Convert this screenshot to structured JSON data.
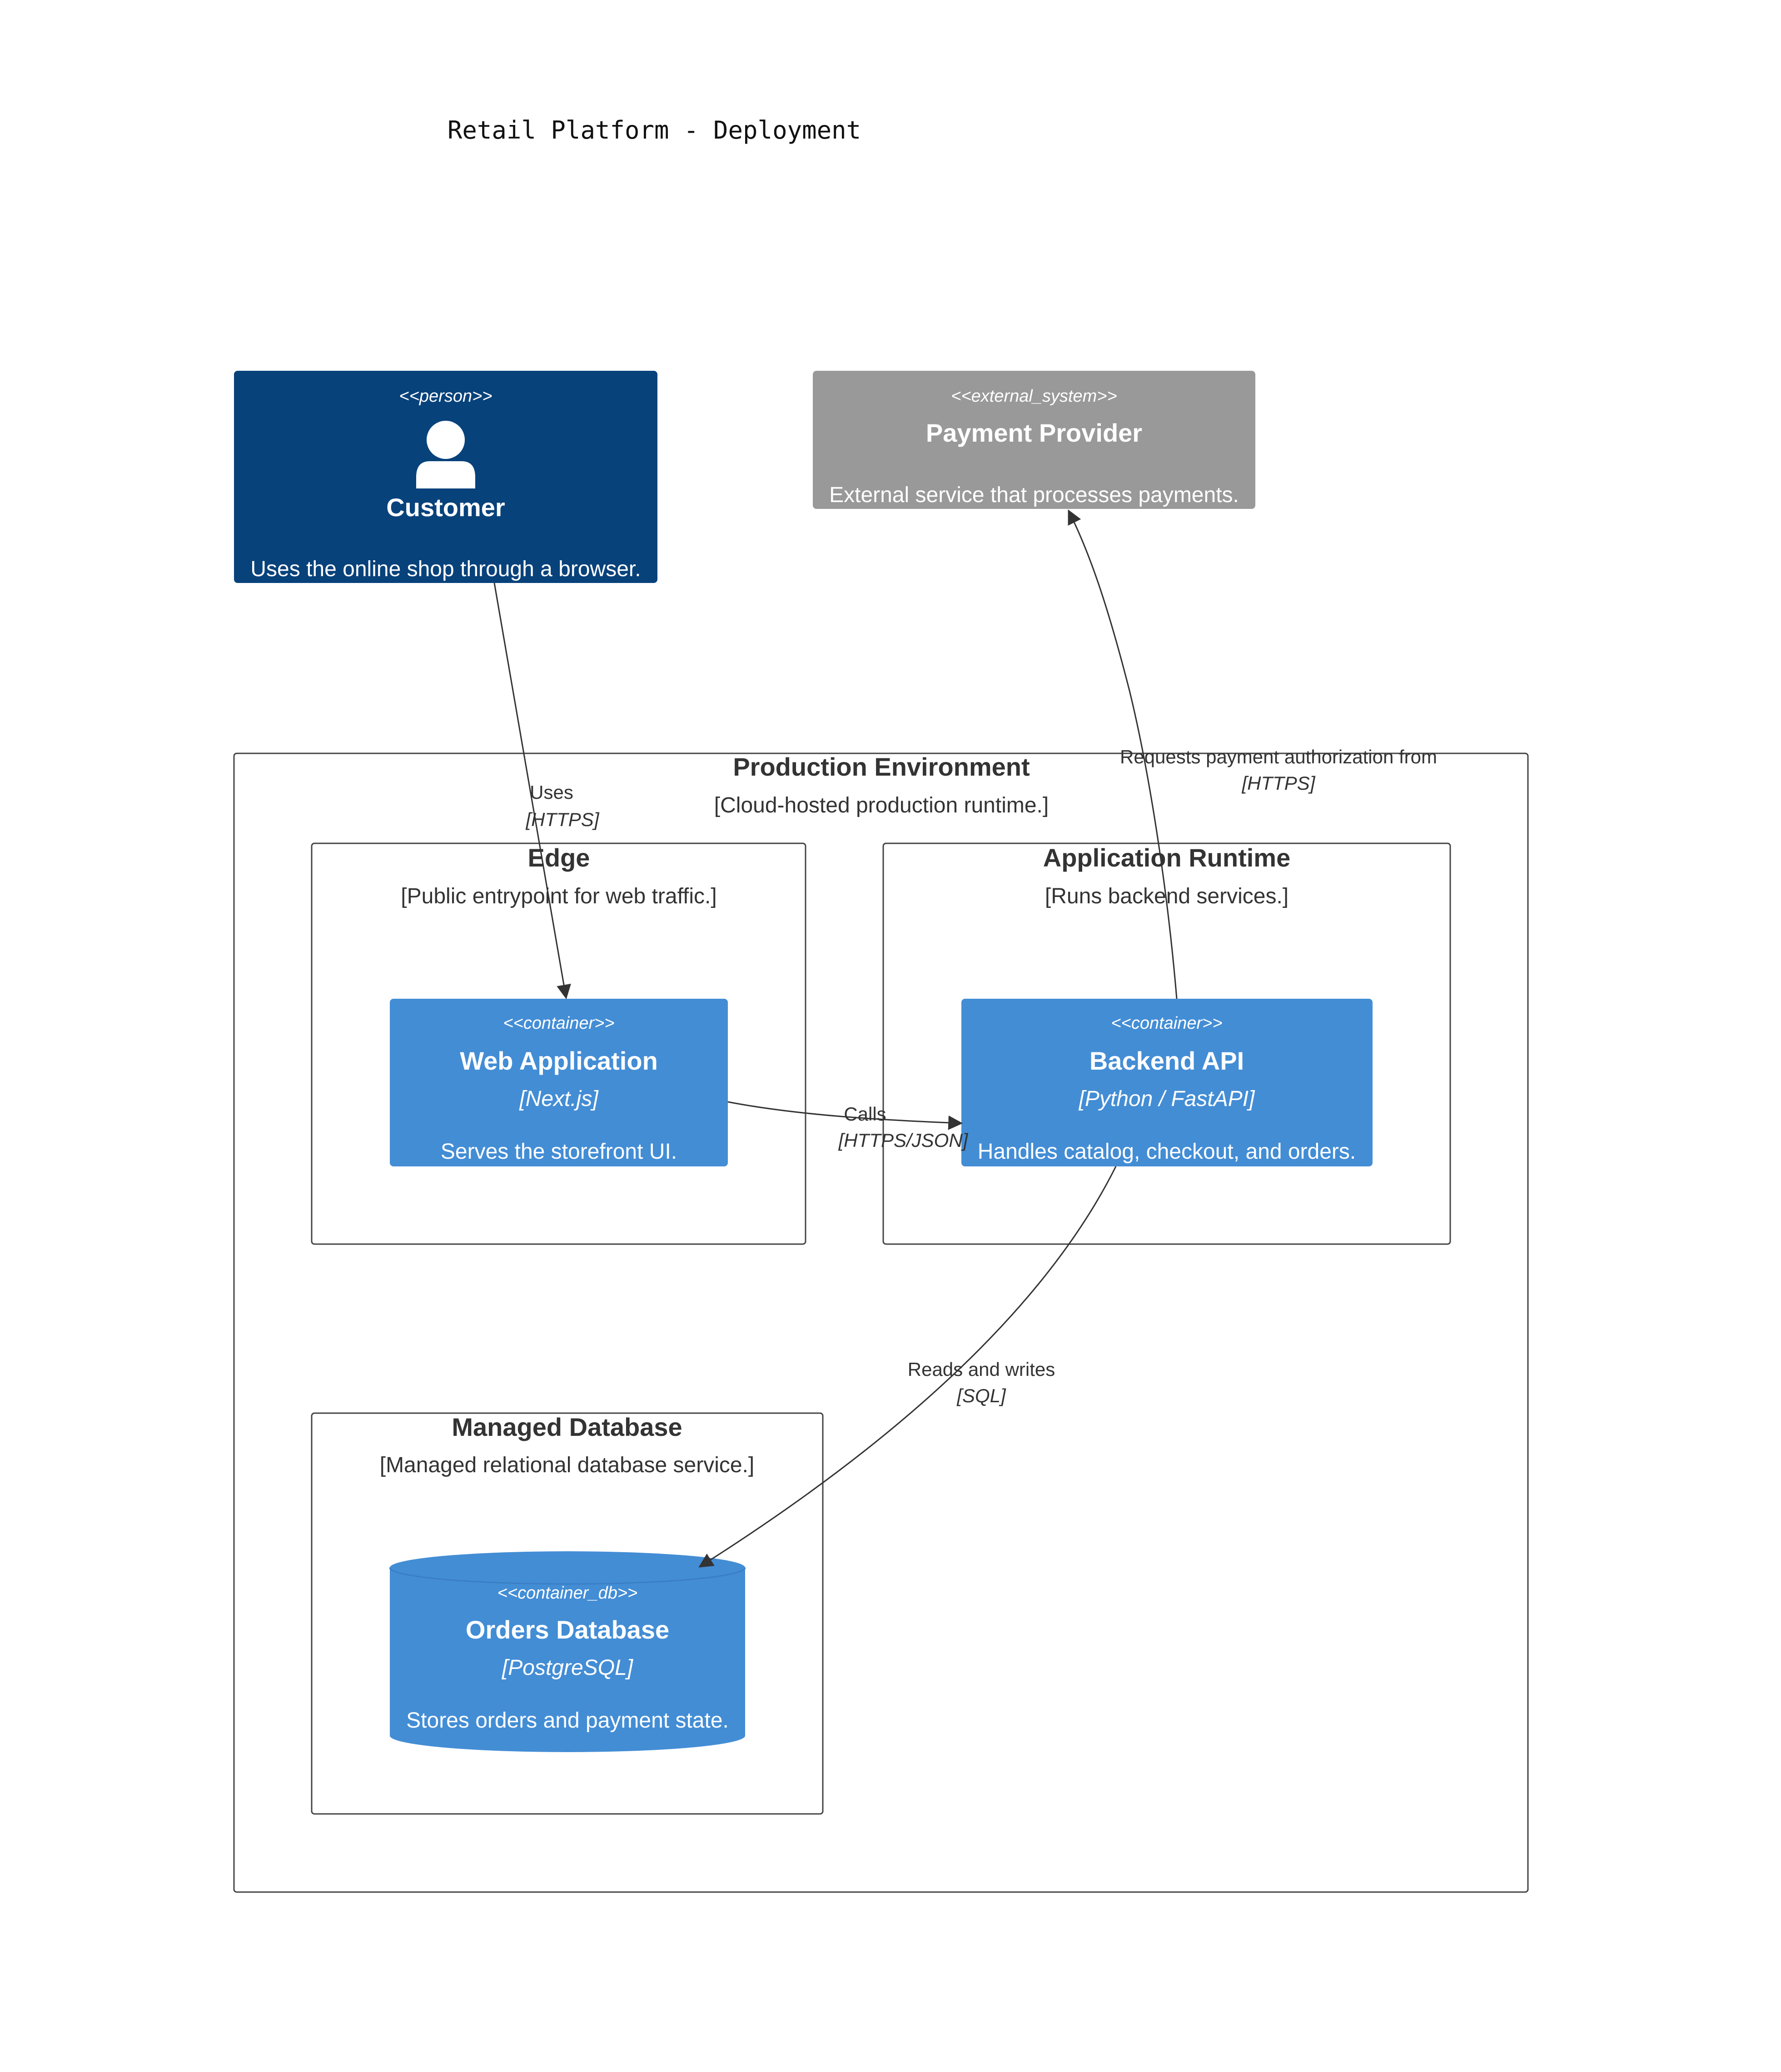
{
  "diagram": {
    "title": "Retail Platform - Deployment",
    "colors": {
      "person": "#08427B",
      "external_system": "#999999",
      "container": "#438DD5",
      "boundary_stroke": "#444444",
      "edge": "#333333",
      "text_dark": "#333333"
    },
    "nodes": {
      "customer": {
        "stereotype": "<<person>>",
        "title": "Customer",
        "description": "Uses the online shop through a browser.",
        "icon": "person-icon"
      },
      "payment": {
        "stereotype": "<<external_system>>",
        "title": "Payment Provider",
        "description": "External service that processes payments."
      },
      "webapp": {
        "stereotype": "<<container>>",
        "title": "Web Application",
        "tech": "[Next.js]",
        "description": "Serves the storefront UI."
      },
      "backend": {
        "stereotype": "<<container>>",
        "title": "Backend API",
        "tech": "[Python / FastAPI]",
        "description": "Handles catalog, checkout, and orders."
      },
      "db": {
        "stereotype": "<<container_db>>",
        "title": "Orders Database",
        "tech": "[PostgreSQL]",
        "description": "Stores orders and payment state."
      }
    },
    "boundaries": {
      "production": {
        "title": "Production Environment",
        "description": "[Cloud-hosted production runtime.]"
      },
      "edge": {
        "title": "Edge",
        "description": "[Public entrypoint for web traffic.]"
      },
      "runtime": {
        "title": "Application Runtime",
        "description": "[Runs backend services.]"
      },
      "database": {
        "title": "Managed Database",
        "description": "[Managed relational database service.]"
      }
    },
    "relations": {
      "uses": {
        "label": "Uses",
        "tech": "[HTTPS]"
      },
      "payment": {
        "label": "Requests payment authorization from",
        "tech": "[HTTPS]"
      },
      "calls": {
        "label": "Calls",
        "tech": "[HTTPS/JSON]"
      },
      "readwrite": {
        "label": "Reads and writes",
        "tech": "[SQL]"
      }
    }
  }
}
